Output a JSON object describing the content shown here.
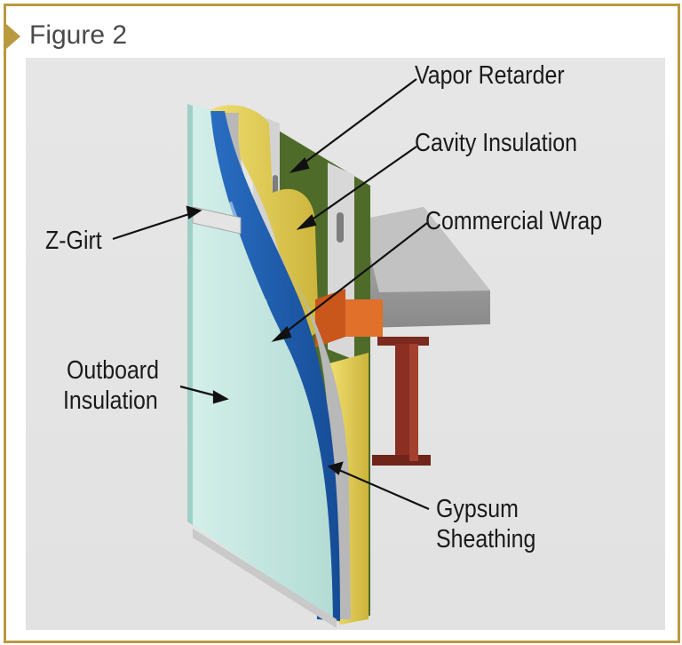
{
  "figure": {
    "title": "Figure 2",
    "accent_color": "#b99a3e"
  },
  "labels": {
    "vapor_retarder": "Vapor Retarder",
    "cavity_insulation": "Cavity Insulation",
    "commercial_wrap": "Commercial Wrap",
    "z_girt": "Z-Girt",
    "outboard_insulation_line1": "Outboard",
    "outboard_insulation_line2": "Insulation",
    "gypsum_sheathing_line1": "Gypsum",
    "gypsum_sheathing_line2": "Sheathing"
  },
  "colors": {
    "outboard_insulation": "#bde2dc",
    "commercial_wrap": "#1f5fb0",
    "gypsum_sheathing": "#b8b8b8",
    "cavity_insulation": "#e8d35a",
    "vapor_retarder": "#4f6b2a",
    "steel_beam": "#8a2f22",
    "concrete_slab": "#9a9a9a",
    "angle_block": "#e0702a"
  }
}
